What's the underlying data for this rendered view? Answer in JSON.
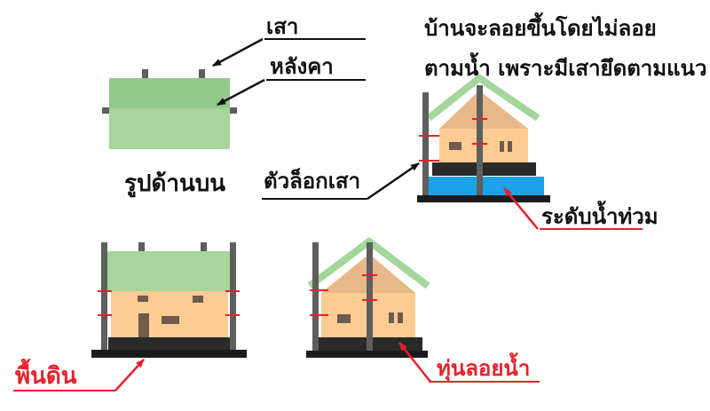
{
  "labels": {
    "post": "เสา",
    "roof_ridge": "หลังคา",
    "top_view": "รูปด้านบน",
    "headline_line1": "บ้านจะลอยขึ้นโดยไม่ลอย",
    "headline_line2": "ตามน้ำ เพราะมีเสายึดตามแนว",
    "post_lock": "ตัวล็อกเสา",
    "flood_level": "ระดับน้ำท่วม",
    "ground": "พื้นดิน",
    "buoy": "ทุ่นลอยน้ำ"
  },
  "colors": {
    "roof_green": "#a5d69b",
    "roof_green_dark": "#8fc585",
    "wall": "#fdcb94",
    "gable": "#e9b889",
    "post": "#5e5e5e",
    "base": "#1c1c1c",
    "float": "#2a2a2a",
    "water": "#1aa3e8",
    "lock": "#e8212a",
    "window": "#6e5b4c",
    "text": "#111111",
    "accent_red": "#e8212a"
  }
}
